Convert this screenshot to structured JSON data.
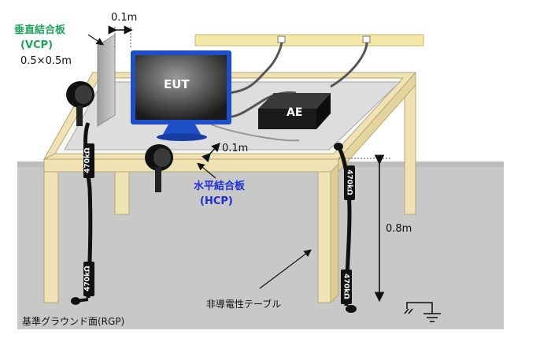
{
  "labels": {
    "vcp_name": "垂直結合板",
    "vcp_abbr": "(VCP)",
    "vcp_size": "0.5×0.5m",
    "gap_top": "0.1m",
    "gap_mid": "0.1m",
    "eut": "EUT",
    "ae": "AE",
    "hcp_name": "水平結合板",
    "hcp_abbr": "(HCP)",
    "height": "0.8m",
    "table": "非導電性テーブル",
    "rgp": "基準グラウンド面(RGP)",
    "resistor_1": "470kΩ",
    "resistor_2": "470kΩ",
    "resistor_3": "470kΩ",
    "resistor_4": "470kΩ"
  },
  "colors": {
    "ground": "#c8c8c8",
    "table_wood": "#efe3b6",
    "table_edge": "#b9a873",
    "vcp_plate": "#b7b7b7",
    "hcp_plate": "#dcdcdc",
    "eut_frame": "#1f4fc7",
    "ae_box": "#1a1a1a",
    "overhead_rail": "#f4e8a8",
    "vcp_text": "#1fa35c",
    "hcp_text": "#1c2fd6"
  }
}
